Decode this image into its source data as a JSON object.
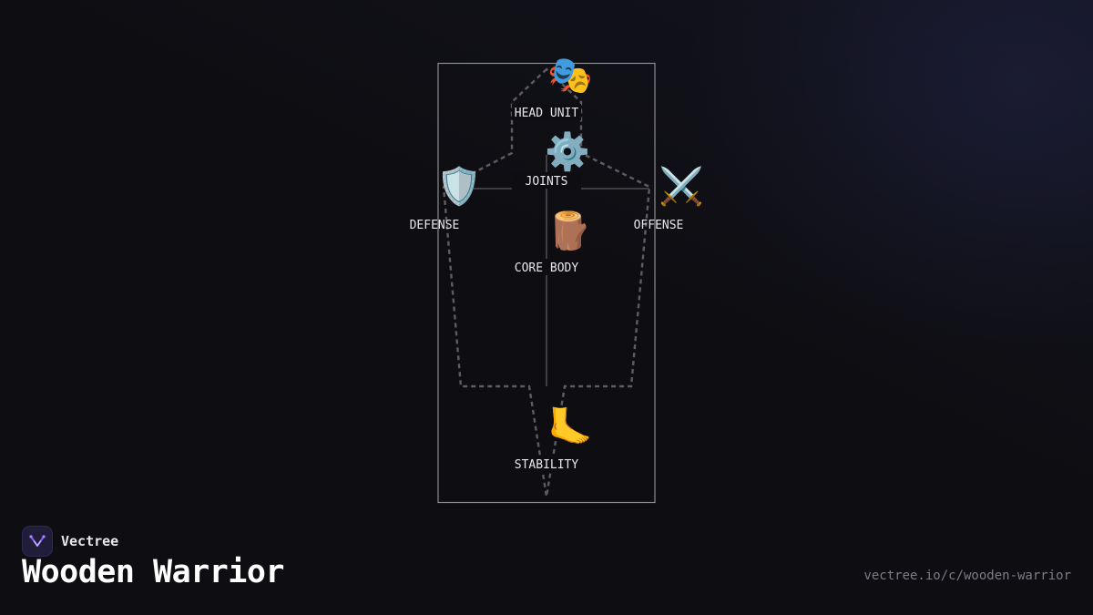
{
  "brand": {
    "name": "Vectree",
    "logo_icon": "vectree-logo-icon",
    "accent_color": "#8b5cf6"
  },
  "page": {
    "title": "Wooden Warrior",
    "url": "vectree.io/c/wooden-warrior"
  },
  "diagram": {
    "nodes": {
      "head_unit": {
        "label": "HEAD UNIT",
        "icon": "🎭",
        "icon_name": "performing-arts-masks-icon"
      },
      "joints": {
        "label": "JOINTS",
        "icon": "⚙️",
        "icon_name": "gear-icon"
      },
      "defense": {
        "label": "DEFENSE",
        "icon": "🛡️",
        "icon_name": "shield-icon"
      },
      "offense": {
        "label": "OFFENSE",
        "icon": "⚔️",
        "icon_name": "crossed-swords-icon"
      },
      "core_body": {
        "label": "CORE BODY",
        "icon": "🪵",
        "icon_name": "wood-log-icon"
      },
      "stability": {
        "label": "STABILITY",
        "icon": "🦶",
        "icon_name": "foot-icon"
      }
    },
    "colors": {
      "frame": "#8c8c92",
      "outline": "#5c5c62",
      "label": "#e8e8ea"
    }
  }
}
